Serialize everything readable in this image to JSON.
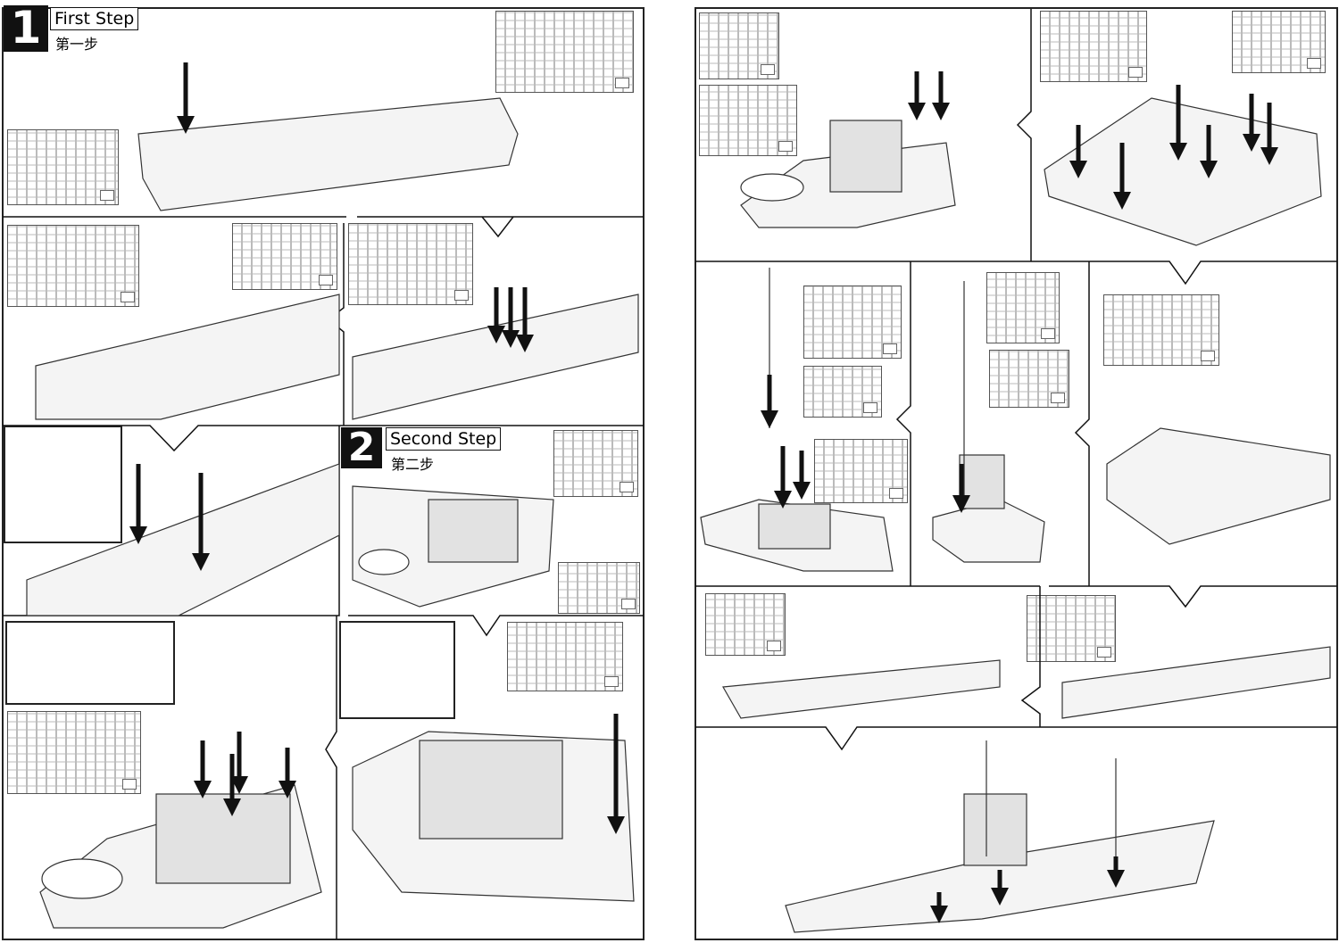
{
  "steps": [
    {
      "number": "1",
      "title_en": "First Step",
      "title_zh": "第一步"
    },
    {
      "number": "2",
      "title_en": "Second Step",
      "title_zh": "第二步"
    }
  ],
  "colors": {
    "ink": "#111111",
    "line": "#444444",
    "part": "#cfcfcf"
  }
}
